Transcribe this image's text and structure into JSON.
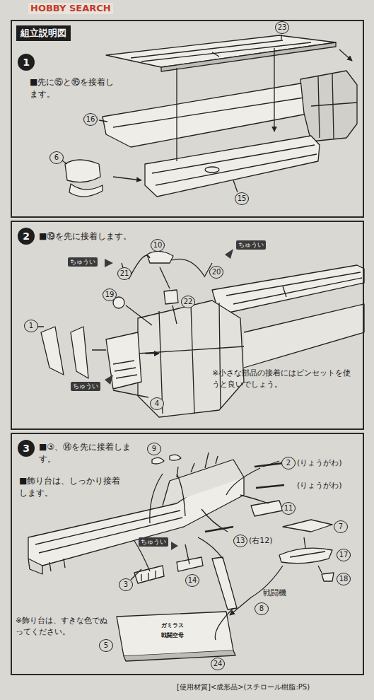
{
  "diagram": {
    "nodes": [
      {
        "text": [
          "■先に⑮と⑯を接着します。"
        ]
      },
      {
        "text": [
          "組立説明図"
        ],
        "in": 0
      },
      {
        "text": [
          "1"
        ],
        "in": 0
      },
      {
        "text": [
          "■⑲を先に接着します。"
        ]
      },
      {
        "text": [
          "2"
        ],
        "in": 3
      },
      {
        "text": [
          "■③、⑭を先に接着します。",
          "■飾り台は、しっかり接着します。"
        ]
      },
      {
        "text": [
          "3"
        ],
        "in": 5
      }
    ],
    "labels": [
      "HOBBY SEARCH",
      "23",
      "16",
      "6",
      "15",
      "21",
      "10",
      "20",
      "22",
      "19",
      "1",
      "4",
      "ちゅうい",
      "ちゅうい",
      "ちゅうい",
      "※小さな部品の接着にはピンセットを使うと良いでしょう。",
      "9",
      "2",
      "(りょうがわ)",
      "(りょうがわ)",
      "11",
      "7",
      "13",
      "(右12)",
      "17",
      "18",
      "戦闘機",
      "8",
      "3",
      "14",
      "ちゅうい",
      "5",
      "24",
      "ガミラス",
      "戦闘空母",
      "※飾り台は、すきな色でぬってください。",
      "[使用材質]<成形品>(スチロール樹脂:PS)"
    ]
  }
}
